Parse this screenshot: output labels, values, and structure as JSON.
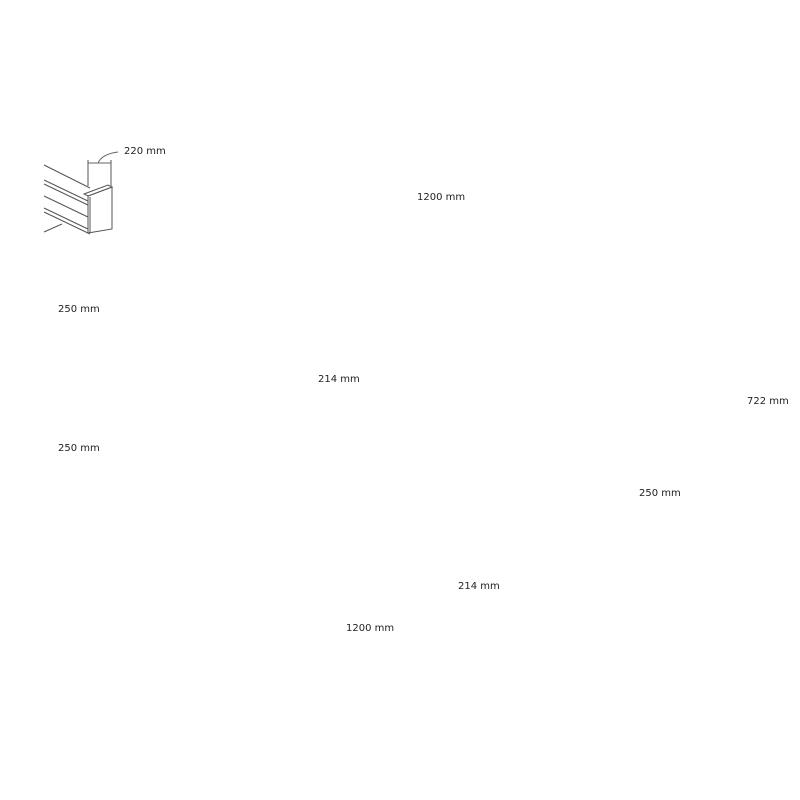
{
  "drawing": {
    "type": "technical dimension drawing",
    "subject": "wall shelf",
    "stroke_color": "#555555",
    "background": "#ffffff"
  },
  "detail": {
    "thickness_label": "220 mm"
  },
  "dimensions": {
    "top_width": "1200 mm",
    "top_shelf_height": "250 mm",
    "middle_shelf_height": "250 mm",
    "middle_cube_inner_height": "214 mm",
    "lower_cube_height": "250 mm",
    "lower_cube_width": "214 mm",
    "bottom_width": "1200 mm",
    "total_height": "722 mm"
  }
}
